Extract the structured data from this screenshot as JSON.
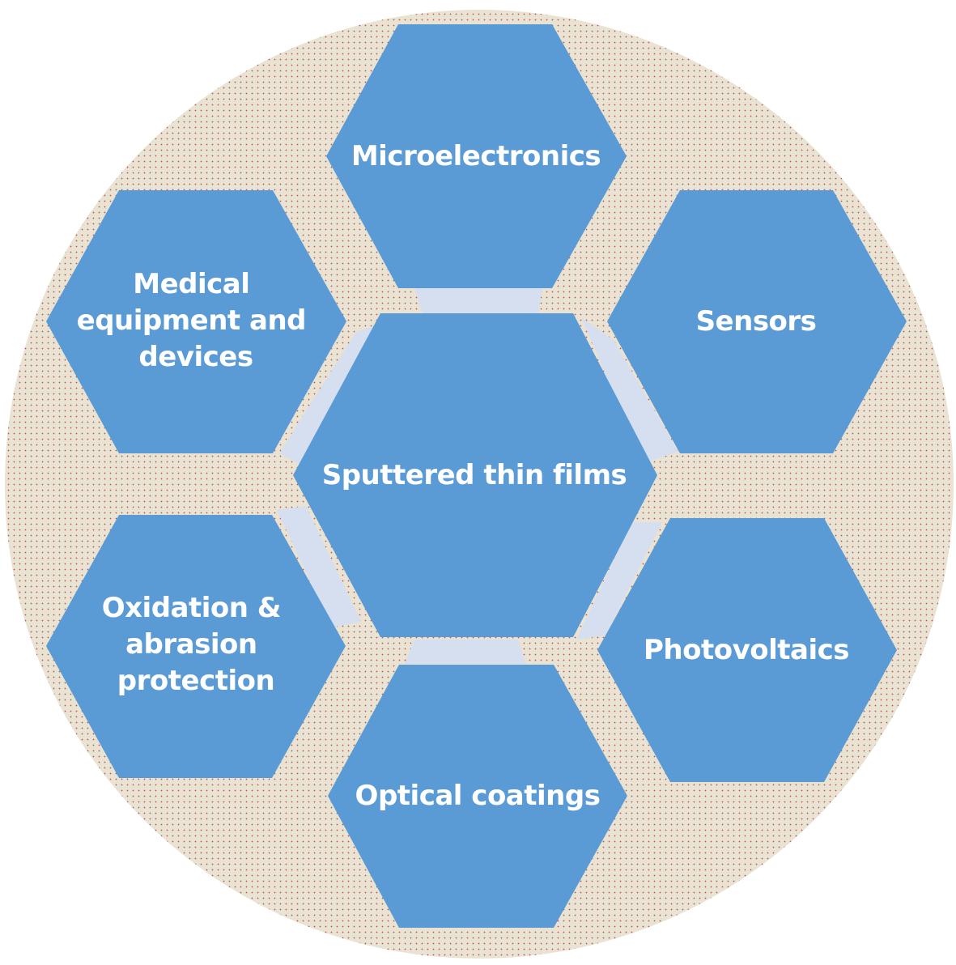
{
  "center": {
    "label": "Sputtered thin films"
  },
  "applications": [
    {
      "id": "microelectronics",
      "lines": [
        "Microelectronics"
      ]
    },
    {
      "id": "sensors",
      "lines": [
        "Sensors"
      ]
    },
    {
      "id": "photovoltaics",
      "lines": [
        "Photovoltaics"
      ]
    },
    {
      "id": "optical-coatings",
      "lines": [
        "Optical coatings"
      ]
    },
    {
      "id": "oxidation-abrasion",
      "lines": [
        "Oxidation &",
        "abrasion",
        "protection"
      ]
    },
    {
      "id": "medical",
      "lines": [
        "Medical",
        "equipment and",
        "devices"
      ]
    }
  ],
  "colors": {
    "hexagon_fill": "#5b9bd5",
    "connector_fill": "#d6dff0",
    "background_circle": "#e8e3d2",
    "dot_color": "#c0504d"
  }
}
